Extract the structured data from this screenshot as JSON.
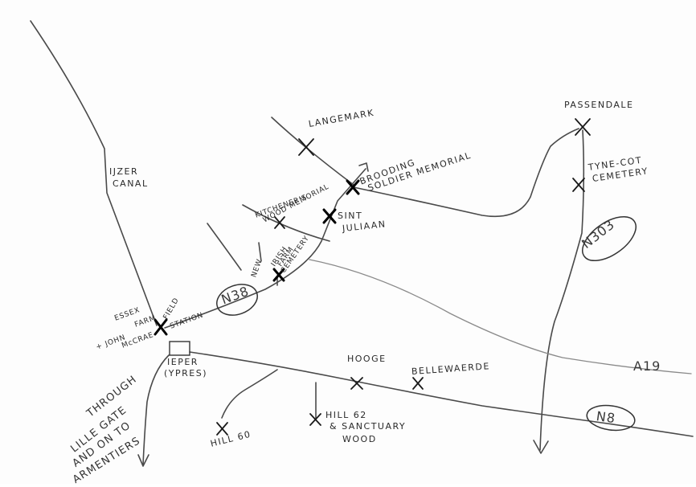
{
  "labels": {
    "passendale": "PASSENDALE",
    "langemark": "LANGEMARK",
    "brooding1": "BROODING",
    "brooding2": "SOLDIER MEMORIAL",
    "kitch1": "KITCHENER'S",
    "kitch2": "WOOD MEMORIAL",
    "sint": "SINT",
    "juliaan": "JULIAAN",
    "tyne1": "TYNE-COT",
    "tyne2": "CEMETERY",
    "ijzer": "IJZER",
    "canal": "CANAL",
    "newirish1": "NEW",
    "newirish2": "IRISH",
    "newirish3": "FARM",
    "newirish4": "CEMETERY",
    "essex1": "ESSEX",
    "essex2": "FARM",
    "field1": "FIELD",
    "field2": "STATION",
    "johnmc1": "+ JOHN",
    "johnmc2": "McCRAE",
    "ieper": "IEPER",
    "ypres": "(YPRES)",
    "hooge": "HOOGE",
    "bellewaerde": "BELLEWAERDE",
    "a19": "A19",
    "hill62a": "HILL 62",
    "hill62b": "& SANCTUARY",
    "hill62c": "WOOD",
    "hill60": "HILL 60",
    "through1": "THROUGH",
    "through2": "LILLE GATE",
    "through3": "AND ON TO",
    "through4": "ARMENTIERS"
  },
  "road_badges": {
    "n38": "N38",
    "n303": "N303",
    "n8": "N8"
  }
}
